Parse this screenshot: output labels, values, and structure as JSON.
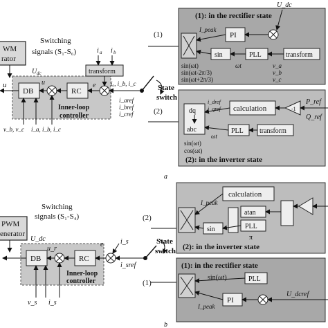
{
  "top": {
    "pwm": "WM",
    "pwm2": "rator",
    "switching_label": "Switching",
    "switching_signals": "signals (S₁-S₆)",
    "u_dc": "U",
    "u_dc_sub": "dc",
    "u": "u",
    "db": "DB",
    "rc": "RC",
    "transform": "transform",
    "ia": "i",
    "ia_sub": "a",
    "ib": "i",
    "ib_sub": "b",
    "currents": "iₐ, i_b, i_c",
    "ur": "u",
    "ur_sub": "r",
    "e": "e",
    "inner_loop_1": "Inner-loop",
    "inner_loop_2": "controller",
    "vb_vc": "v_b, v_c",
    "ia_ib_ic": "i_a, i_b, i_c",
    "iaref": "i_aref",
    "ibref": "i_bref",
    "icref": "i_cref",
    "state_1": "State",
    "state_2": "switch",
    "label_1": "(1)",
    "label_2": "(2)",
    "rect_title": "(1): in the rectifier state",
    "ipeak": "I_peak",
    "pi": "PI",
    "sin": "sin",
    "pll": "PLL",
    "transform_r": "transform",
    "sin_wt": "sin(ωt)",
    "sin_wt2": "sin(ωt-2π/3)",
    "sin_wt3": "sin(ωt+2π/3)",
    "wt": "ωt",
    "va": "v_a",
    "vb": "v_b",
    "vc": "v_c",
    "udc_top": "U_dc",
    "inv_title": "(2): in the inverter state",
    "idref": "i_dref",
    "iqref": "i_qref",
    "dq": "dq",
    "abc": "abc",
    "calculation": "calculation",
    "minus1": "-1",
    "pref": "P_ref",
    "qref": "Q_ref",
    "pll2": "PLL",
    "transform2": "transform",
    "sin2": "sin(ωt)",
    "cos2": "cos(ωt)",
    "wt2": "ωt",
    "caption": "a"
  },
  "bottom": {
    "pwm": "PWM",
    "pwm2": "enerator",
    "switching_label": "Switching",
    "switching_signals": "signals (S₁-S₄)",
    "u_dc": "U_dc",
    "db": "DB",
    "rc": "RC",
    "ur": "u_r",
    "e": "e",
    "is": "i_s",
    "isref": "i_sref",
    "inner_loop_1": "Inner-loop",
    "inner_loop_2": "controller",
    "vs": "v_s",
    "is2": "i_s",
    "state_1": "State",
    "state_2": "switch",
    "label_2": "(2)",
    "label_1": "(1)",
    "calculation": "calculation",
    "ipeak": "I_peak",
    "atan": "atan",
    "pll": "PLL",
    "sin": "sin",
    "inv_title": "(2): in the inverter state",
    "pi_sym": "π",
    "rect_title": "(1): in the rectifier state",
    "sin_wt": "sin(ωt)",
    "pll2": "PLL",
    "ipeak2": "I_peak",
    "pi": "PI",
    "udcref": "U_dcref",
    "caption": "b"
  }
}
